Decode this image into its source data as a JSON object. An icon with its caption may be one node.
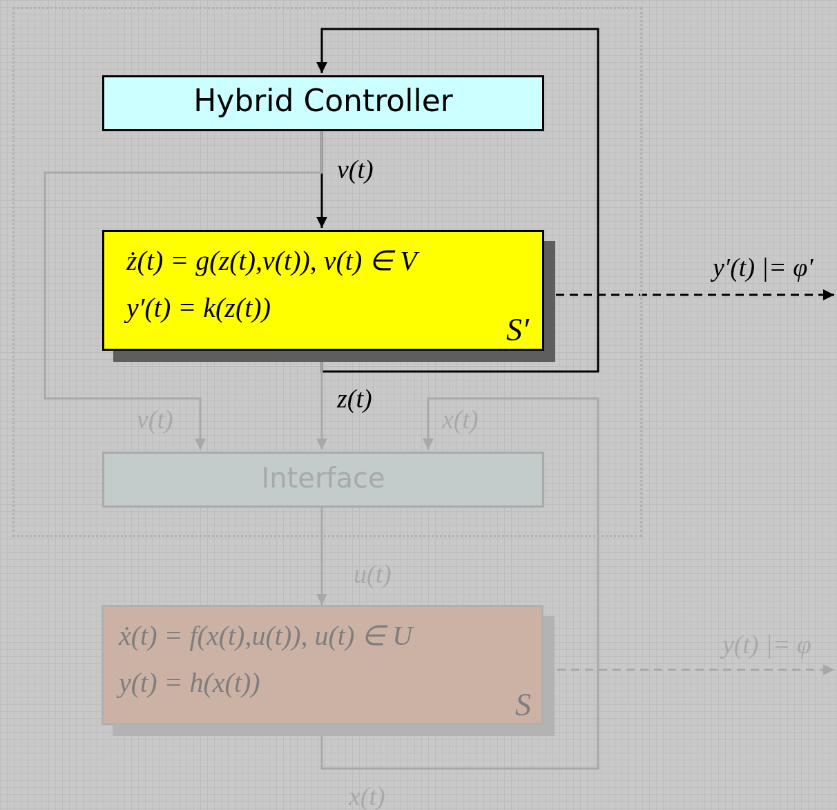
{
  "diagram": {
    "nodes": [
      {
        "text": [],
        "shape": "box"
      },
      {
        "text": [
          "Hybrid Controller"
        ],
        "in": 0
      },
      {
        "text": [
          "ż(t) = g(z(t),v(t)), v(t) ∈ V",
          "y′(t) = k(z(t))",
          "S′"
        ],
        "in": 0
      },
      {
        "text": [
          "Interface"
        ],
        "in": 0
      },
      {
        "text": [
          "ẋ(t) = f(x(t),u(t)), u(t) ∈ U",
          "y(t) = h(x(t))",
          "S"
        ]
      }
    ],
    "edges": [
      {
        "from": 1,
        "to": 2,
        "arrow": "to",
        "label": "v(t)",
        "color": "#000000"
      },
      {
        "from": 2,
        "to": 1,
        "arrow": "to",
        "color": "#000000"
      },
      {
        "from": 2,
        "to": null,
        "arrow": "to",
        "label": "y′(t) |= φ'",
        "style": "dashed",
        "color": "#000000"
      },
      {
        "from": 1,
        "to": 3,
        "arrow": "to",
        "label": "v(t)"
      },
      {
        "from": 2,
        "to": 3,
        "arrow": "to",
        "label": "z(t)"
      },
      {
        "from": 4,
        "to": 3,
        "arrow": "to",
        "label": "x(t)"
      },
      {
        "from": 3,
        "to": 4,
        "arrow": "to",
        "label": "u(t)"
      },
      {
        "from": 4,
        "to": null,
        "arrow": "to",
        "label": "y(t) |= φ",
        "style": "dashed"
      }
    ],
    "labels": [
      "x(t)"
    ]
  }
}
